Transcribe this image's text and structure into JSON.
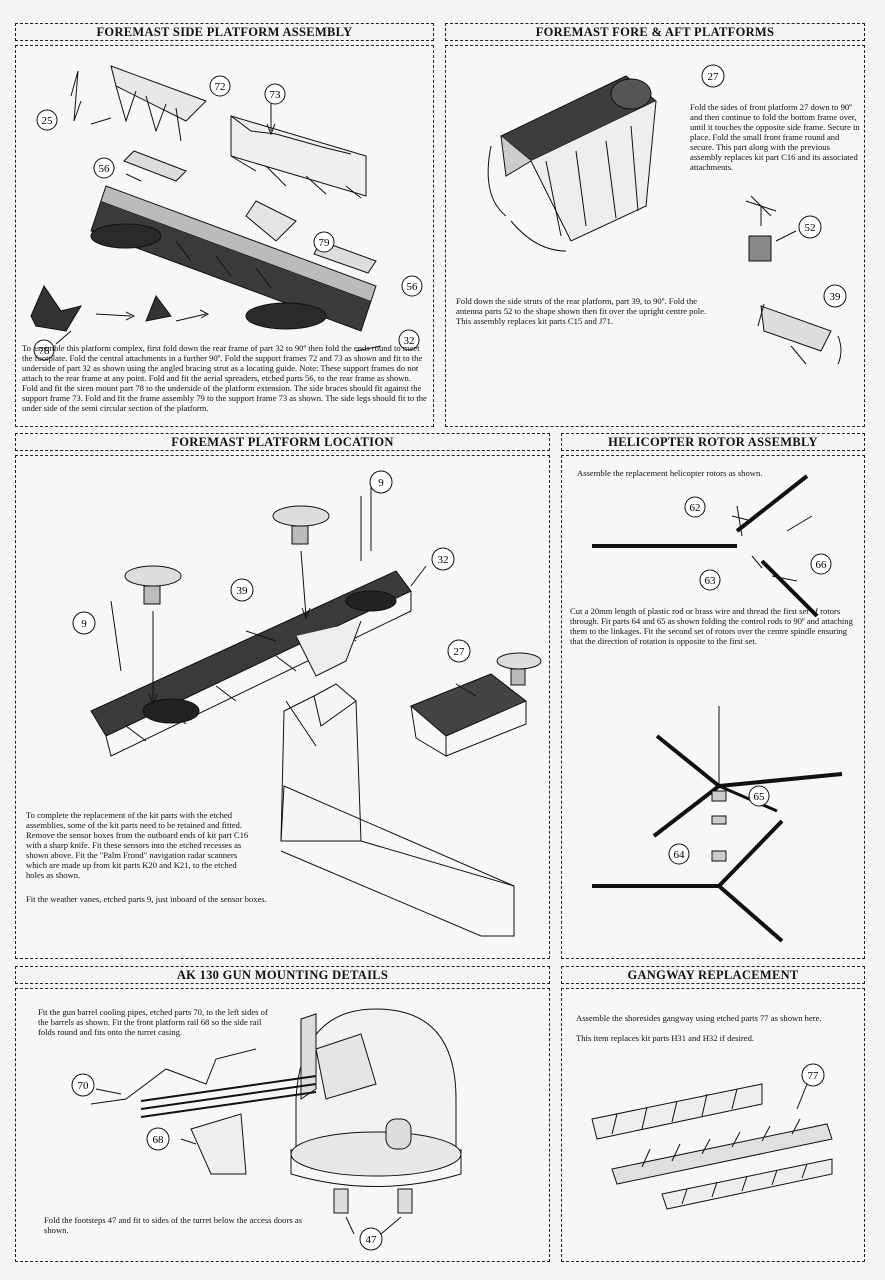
{
  "panels": {
    "foremast_side": {
      "title": "FOREMAST SIDE PLATFORM ASSEMBLY",
      "labels": [
        "25",
        "72",
        "73",
        "56",
        "79",
        "56",
        "32",
        "78"
      ],
      "text": "To assemble this platform complex, first fold down the rear frame of part 32 to 90º then fold the ends round to meet the footplate. Fold the central attachments in a further 90º.        Fold the support frames 72 and 73 as shown and fit to the underside of part 32 as shown using the angled bracing strut as a locating guide. Note: These support frames do not attach to the rear frame at any point. Fold and fit the aerial spreaders, etched parts 56, to the rear frame as shown.   Fold and fit the siren mount part 78 to the underside of the platform extension. The side braces should fit against the support frame 73. Fold and fit the frame assembly 79 to the support frame 73 as shown.  The side legs should fit to the under side of the semi circular section of the platform."
    },
    "foremast_fore_aft": {
      "title": "FOREMAST FORE & AFT PLATFORMS",
      "labels": [
        "27",
        "52",
        "39"
      ],
      "text1": "Fold the sides of front platform 27 down to 90º and then continue to fold the bottom frame over, until it touches the opposite side frame.  Secure in place. Fold the small front frame round and secure. This part along with the previous assembly replaces kit part C16 and its associated attachments.",
      "text2": "Fold down the side struts of the rear platform, part 39, to 90º. Fold the antenna parts 52 to the shape shown then fit over the upright centre pole. This assembly replaces kit parts C15 and J71."
    },
    "foremast_location": {
      "title": "FOREMAST PLATFORM LOCATION",
      "labels": [
        "9",
        "32",
        "39",
        "9",
        "27"
      ],
      "text1": "To complete the replacement of the kit parts with the etched assemblies, some of the kit parts need to be retained and fitted. Remove the sensor boxes from the outboard ends of kit part C16 with a sharp knife. Fit these sensors into the etched recesses as shown above. Fit the \"Palm Frond\" navigation radar scanners which are made up from kit parts K20 and K21, to the etched holes as shown.",
      "text2": "Fit the weather vanes, etched parts 9, just inboard of the sensor boxes."
    },
    "helicopter_rotor": {
      "title": "HELICOPTER ROTOR ASSEMBLY",
      "labels": [
        "62",
        "66",
        "63",
        "65",
        "64"
      ],
      "text1": "Assemble the replacement helicopter rotors as shown.",
      "text2": "Cut a 20mm length of plastic rod or brass wire and thread the first set of rotors through. Fit parts 64 and 65 as shown folding the control rods to 90º and attaching them to the linkages. Fit the second set of rotors over the centre spindle ensuring that the direction of rotation is opposite to the first set."
    },
    "ak130": {
      "title": "AK 130 GUN MOUNTING DETAILS",
      "labels": [
        "70",
        "68",
        "47"
      ],
      "text1": "Fit the gun barrel cooling pipes, etched parts 70, to the left sides of the barrels as shown. Fit the front platform rail 68 so the side rail folds round and fits onto the turret casing.",
      "text2": "Fold the footsteps 47 and fit to sides of the turret below the access doors as shown."
    },
    "gangway": {
      "title": "GANGWAY REPLACEMENT",
      "labels": [
        "77"
      ],
      "text1": "Assemble the shoresides gangway using etched parts 77 as shown here.",
      "text2": "This item replaces kit parts H31 and H32 if desired."
    }
  }
}
